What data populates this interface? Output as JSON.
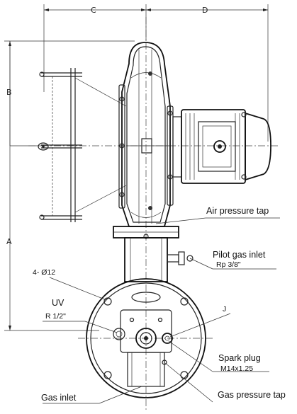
{
  "dimensions": {
    "c": "C",
    "d": "D",
    "a": "A",
    "b": "B"
  },
  "labels": {
    "air_pressure_tap": "Air pressure tap",
    "pilot_gas_inlet": "Pilot gas inlet",
    "pilot_gas_thread": "Rp 3/8\"",
    "bolt_holes": "4- Ø12",
    "uv": "UV",
    "uv_thread": "R 1/2\"",
    "j": "J",
    "spark_plug": "Spark plug",
    "spark_plug_thread": "M14x1.25",
    "gas_inlet": "Gas inlet",
    "gas_pressure_tap": "Gas pressure tap"
  }
}
